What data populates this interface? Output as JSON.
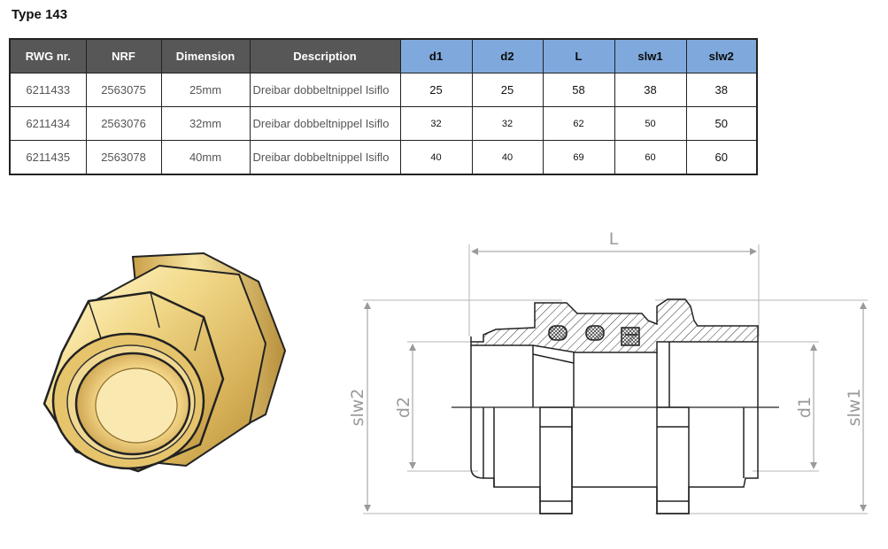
{
  "title": "Type 143",
  "table": {
    "headers": [
      "RWG nr.",
      "NRF",
      "Dimension",
      "Description",
      "d1",
      "d2",
      "L",
      "slw1",
      "slw2"
    ],
    "rows": [
      [
        "6211433",
        "2563075",
        "25mm",
        "Dreibar dobbeltnippel Isiflo",
        "25",
        "25",
        "58",
        "38",
        "38"
      ],
      [
        "6211434",
        "2563076",
        "32mm",
        "Dreibar dobbeltnippel Isiflo",
        "32",
        "32",
        "62",
        "50",
        "50"
      ],
      [
        "6211435",
        "2563078",
        "40mm",
        "Dreibar dobbeltnippel Isiflo",
        "40",
        "40",
        "69",
        "60",
        "60"
      ]
    ]
  },
  "drawing": {
    "label_L": "L",
    "label_d1": "d1",
    "label_d2": "d2",
    "label_slw1": "slw1",
    "label_slw2": "slw2"
  },
  "colors": {
    "header_dark": "#575757",
    "header_blue": "#7fa9dc",
    "brass": "#e8c872"
  }
}
